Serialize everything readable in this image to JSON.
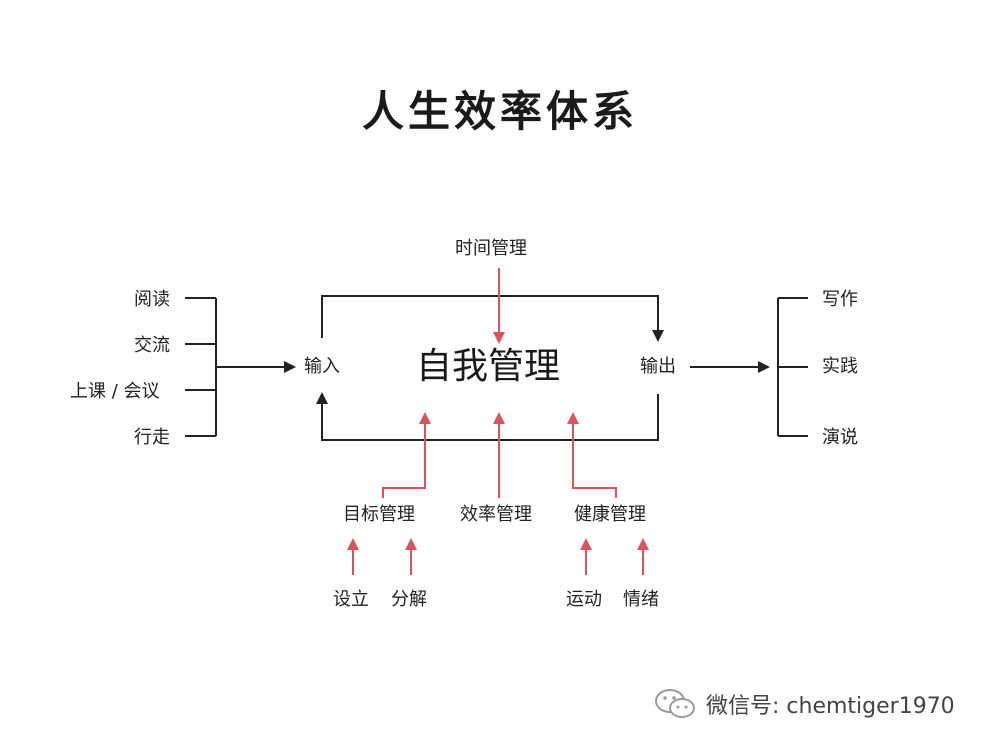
{
  "title": "人生效率体系",
  "center": "自我管理",
  "input": "输入",
  "output": "输出",
  "inputs": [
    "阅读",
    "交流",
    "上课 / 会议",
    "行走"
  ],
  "outputs": [
    "写作",
    "实践",
    "演说"
  ],
  "top": "时间管理",
  "bottom": {
    "goal": "目标管理",
    "efficiency": "效率管理",
    "health": "健康管理"
  },
  "goal_sub": [
    "设立",
    "分解"
  ],
  "health_sub": [
    "运动",
    "情绪"
  ],
  "watermark": {
    "text": "微信号: chemtiger1970",
    "icon": "wechat-icon"
  },
  "colors": {
    "flow": "#222222",
    "management": "#d9545e"
  }
}
